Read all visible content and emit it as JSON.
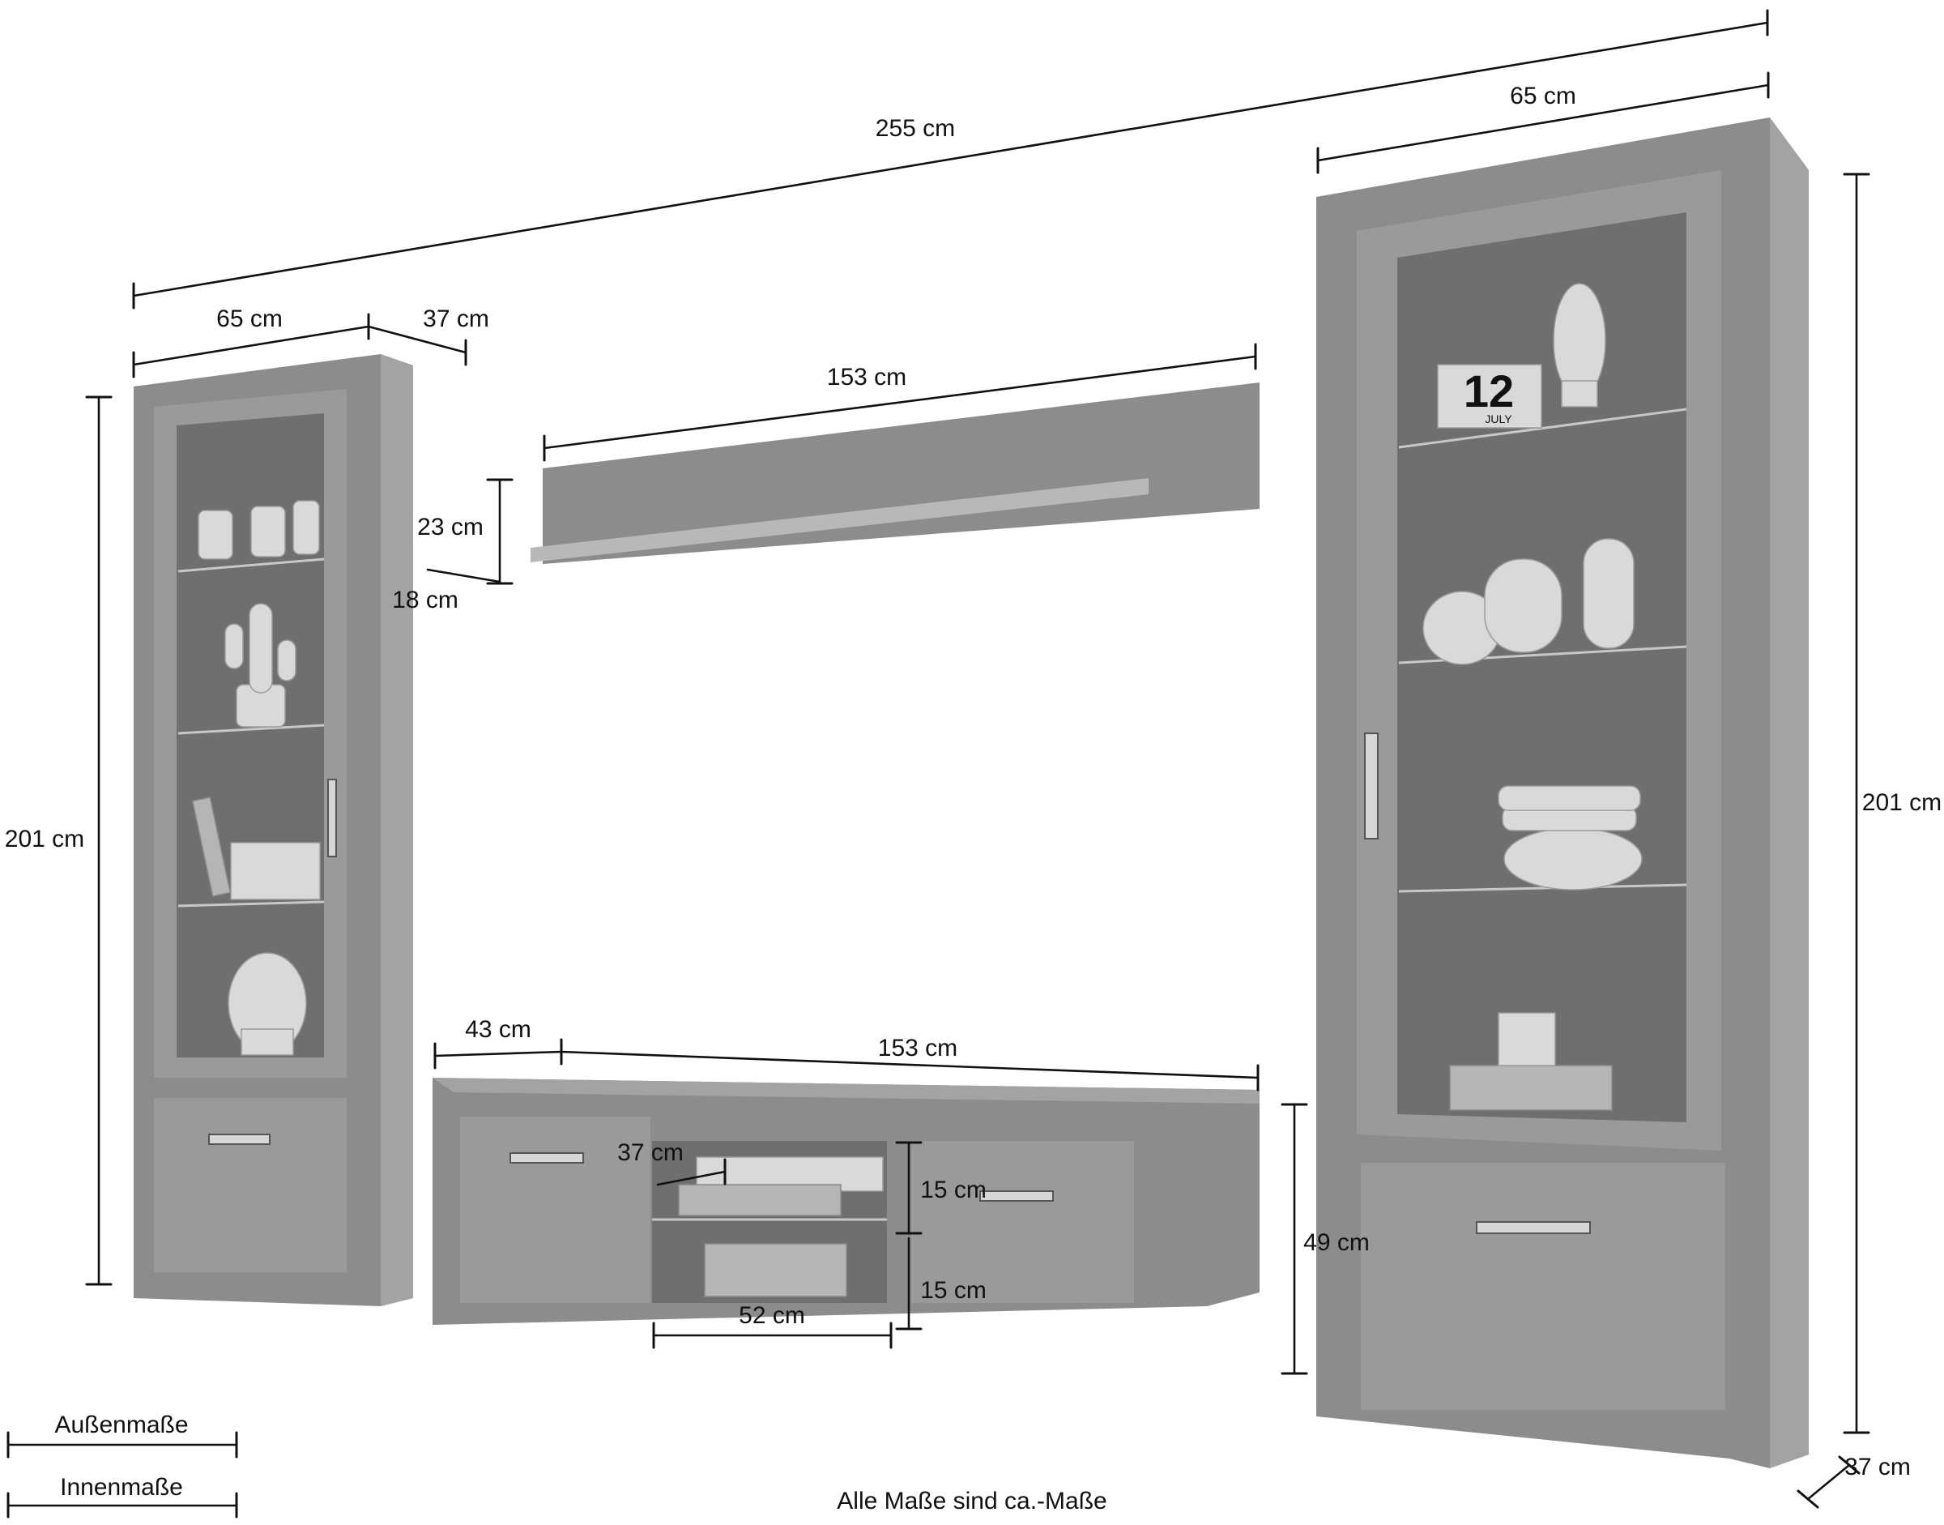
{
  "dimensions": {
    "total_width": "255 cm",
    "left_cabinet_width": "65 cm",
    "left_cabinet_depth": "37 cm",
    "left_cabinet_height": "201 cm",
    "wall_shelf_width": "153 cm",
    "wall_shelf_height": "23 cm",
    "wall_shelf_depth": "18 cm",
    "tv_board_width": "153 cm",
    "tv_board_depth": "43 cm",
    "tv_board_height": "49 cm",
    "tv_compartment_depth": "37 cm",
    "tv_compartment_upper_height": "15 cm",
    "tv_compartment_lower_height": "15 cm",
    "tv_compartment_width": "52 cm",
    "right_cabinet_width": "65 cm",
    "right_cabinet_height": "201 cm",
    "right_cabinet_depth": "37 cm"
  },
  "legend": {
    "outer": "Außenmaße",
    "inner": "Innenmaße"
  },
  "footnote": "Alle Maße sind ca.-Maße",
  "calendar": {
    "day": "12",
    "month": "JULY"
  }
}
